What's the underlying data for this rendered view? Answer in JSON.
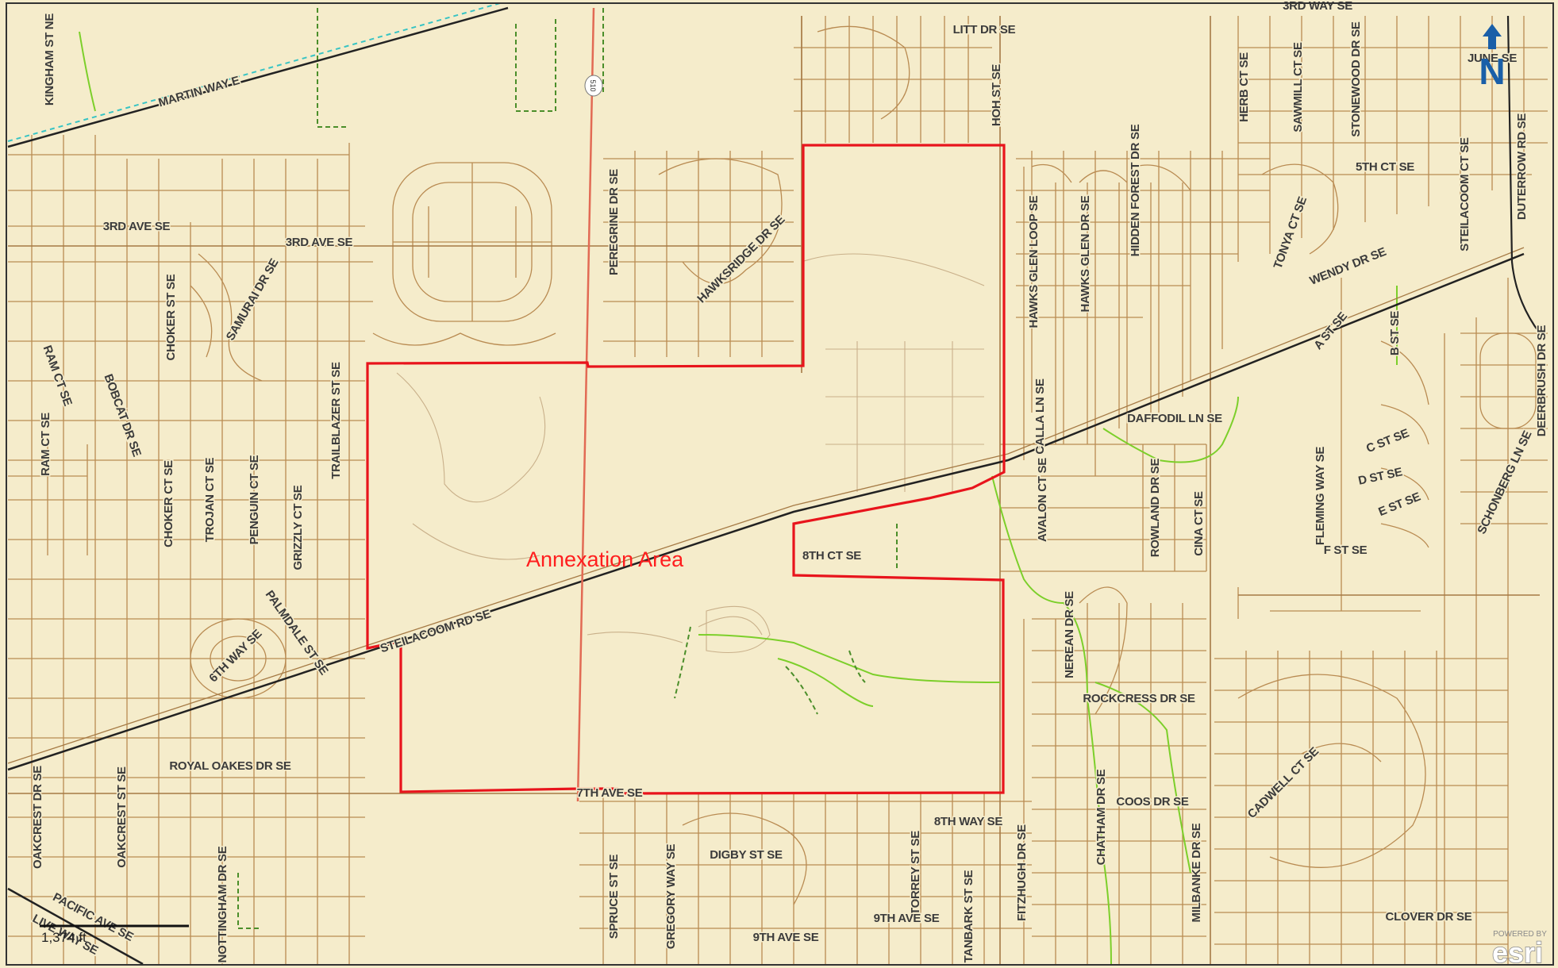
{
  "map": {
    "annexation_label": "Annexation Area",
    "route_shield": "510",
    "scale_text": "1,374 ft",
    "north_letter": "N",
    "attribution_powered": "POWERED BY",
    "attribution_logo": "esri",
    "colors": {
      "background": "#f5eccb",
      "road": "#b98b52",
      "boundary": "#e8141c",
      "trail": "#7ccf2a",
      "railway": "#222222",
      "arterial": "#e26a54"
    },
    "street_labels": [
      {
        "text": "KINGHAM ST NE"
      },
      {
        "text": "MARTIN WAY E"
      },
      {
        "text": "LITT DR SE"
      },
      {
        "text": "HOH ST SE"
      },
      {
        "text": "3RD WAY SE"
      },
      {
        "text": "JUNE SE"
      },
      {
        "text": "HERB CT SE"
      },
      {
        "text": "SAWMILL CT SE"
      },
      {
        "text": "STONEWOOD DR SE"
      },
      {
        "text": "5TH CT SE"
      },
      {
        "text": "STEILACOOM CT SE"
      },
      {
        "text": "DUTERROW RD SE"
      },
      {
        "text": "TONYA CT SE"
      },
      {
        "text": "WENDY DR SE"
      },
      {
        "text": "HIDDEN FOREST DR SE"
      },
      {
        "text": "HAWKS GLEN LOOP SE"
      },
      {
        "text": "HAWKS GLEN DR SE"
      },
      {
        "text": "PEREGRINE DR SE"
      },
      {
        "text": "HAWKSRIDGE DR SE"
      },
      {
        "text": "3RD AVE SE"
      },
      {
        "text": "3RD AVE SE"
      },
      {
        "text": "CHOKER ST SE"
      },
      {
        "text": "SAMURAI DR SE"
      },
      {
        "text": "RAM CT SE"
      },
      {
        "text": "RAM CT SE"
      },
      {
        "text": "BOBCAT DR SE"
      },
      {
        "text": "TRAILBLAZER ST SE"
      },
      {
        "text": "CHOKER CT SE"
      },
      {
        "text": "TROJAN CT SE"
      },
      {
        "text": "PENGUIN CT SE"
      },
      {
        "text": "GRIZZLY CT SE"
      },
      {
        "text": "A ST SE"
      },
      {
        "text": "B ST SE"
      },
      {
        "text": "C ST SE"
      },
      {
        "text": "D ST SE"
      },
      {
        "text": "E ST SE"
      },
      {
        "text": "F ST SE"
      },
      {
        "text": "FLEMING WAY SE"
      },
      {
        "text": "DEERBRUSH DR SE"
      },
      {
        "text": "SCHONBERG LN SE"
      },
      {
        "text": "DAFFODIL LN SE"
      },
      {
        "text": "CALLA LN SE"
      },
      {
        "text": "AVALON CT SE"
      },
      {
        "text": "ROWLAND DR SE"
      },
      {
        "text": "CINA CT SE"
      },
      {
        "text": "8TH CT SE"
      },
      {
        "text": "STEILACOOM RD SE"
      },
      {
        "text": "6TH WAY SE"
      },
      {
        "text": "PALMDALE ST SE"
      },
      {
        "text": "ROYAL OAKES DR SE"
      },
      {
        "text": "OAKCREST DR SE"
      },
      {
        "text": "OAKCREST ST SE"
      },
      {
        "text": "7TH AVE SE"
      },
      {
        "text": "NEREAN DR SE"
      },
      {
        "text": "ROCKCRESS DR SE"
      },
      {
        "text": "CHATHAM DR SE"
      },
      {
        "text": "COOS DR SE"
      },
      {
        "text": "MILBANKE DR SE"
      },
      {
        "text": "FITZHUGH DR SE"
      },
      {
        "text": "8TH WAY SE"
      },
      {
        "text": "TORREY ST SE"
      },
      {
        "text": "TANBARK ST SE"
      },
      {
        "text": "9TH AVE SE"
      },
      {
        "text": "9TH AVE SE"
      },
      {
        "text": "DIGBY ST SE"
      },
      {
        "text": "GREGORY WAY SE"
      },
      {
        "text": "SPRUCE ST SE"
      },
      {
        "text": "NOTTINGHAM DR SE"
      },
      {
        "text": "PACIFIC AVE SE"
      },
      {
        "text": "LIVE WAY SE"
      },
      {
        "text": "CADWELL CT SE"
      },
      {
        "text": "CLOVER DR SE"
      }
    ]
  }
}
